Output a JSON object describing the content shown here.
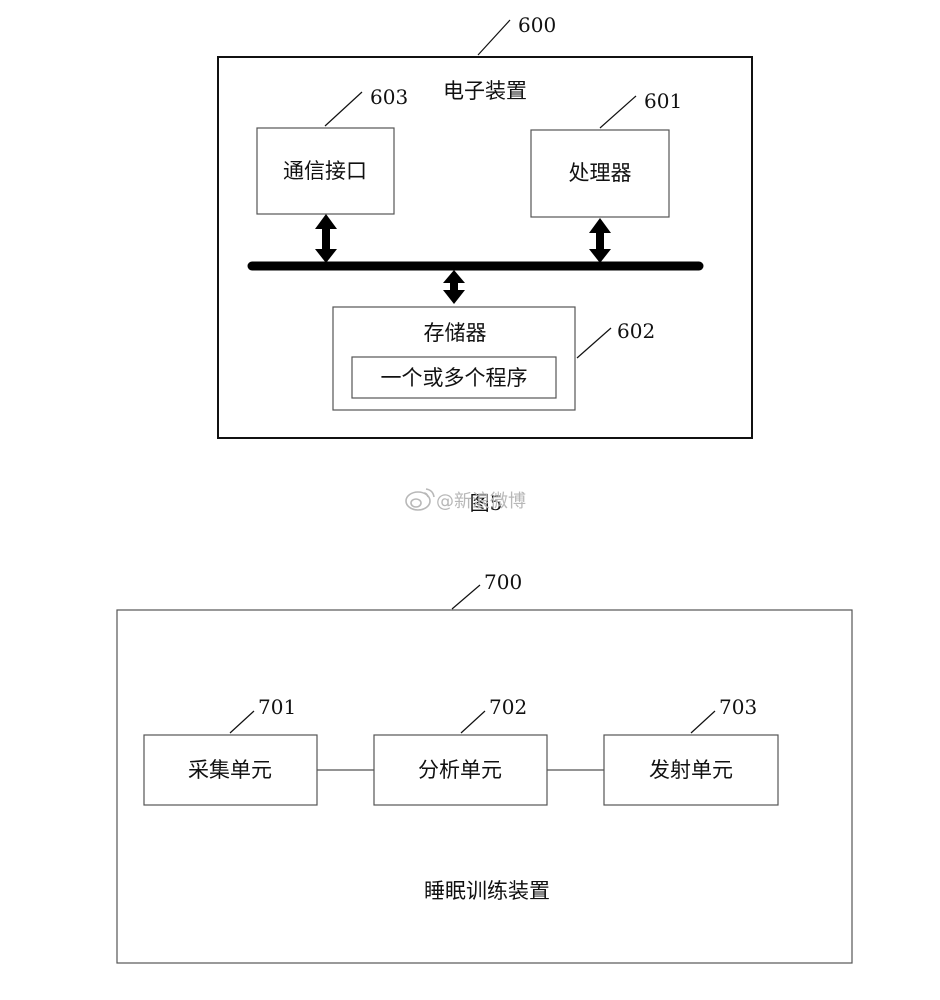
{
  "figure5": {
    "device_ref": "600",
    "device_title": "电子装置",
    "comm_ref": "603",
    "comm_label": "通信接口",
    "proc_ref": "601",
    "proc_label": "处理器",
    "mem_ref": "602",
    "mem_label": "存储器",
    "program_label": "一个或多个程序",
    "caption": "图5"
  },
  "watermark": {
    "text": "@新浪微博"
  },
  "figure6": {
    "device_ref": "700",
    "device_title": "睡眠训练装置",
    "unit1_ref": "701",
    "unit1_label": "采集单元",
    "unit2_ref": "702",
    "unit2_label": "分析单元",
    "unit3_ref": "703",
    "unit3_label": "发射单元"
  },
  "colors": {
    "line": "#111111",
    "box_border": "#555555",
    "bus": "#000000",
    "watermark": "#b8b8b8"
  }
}
